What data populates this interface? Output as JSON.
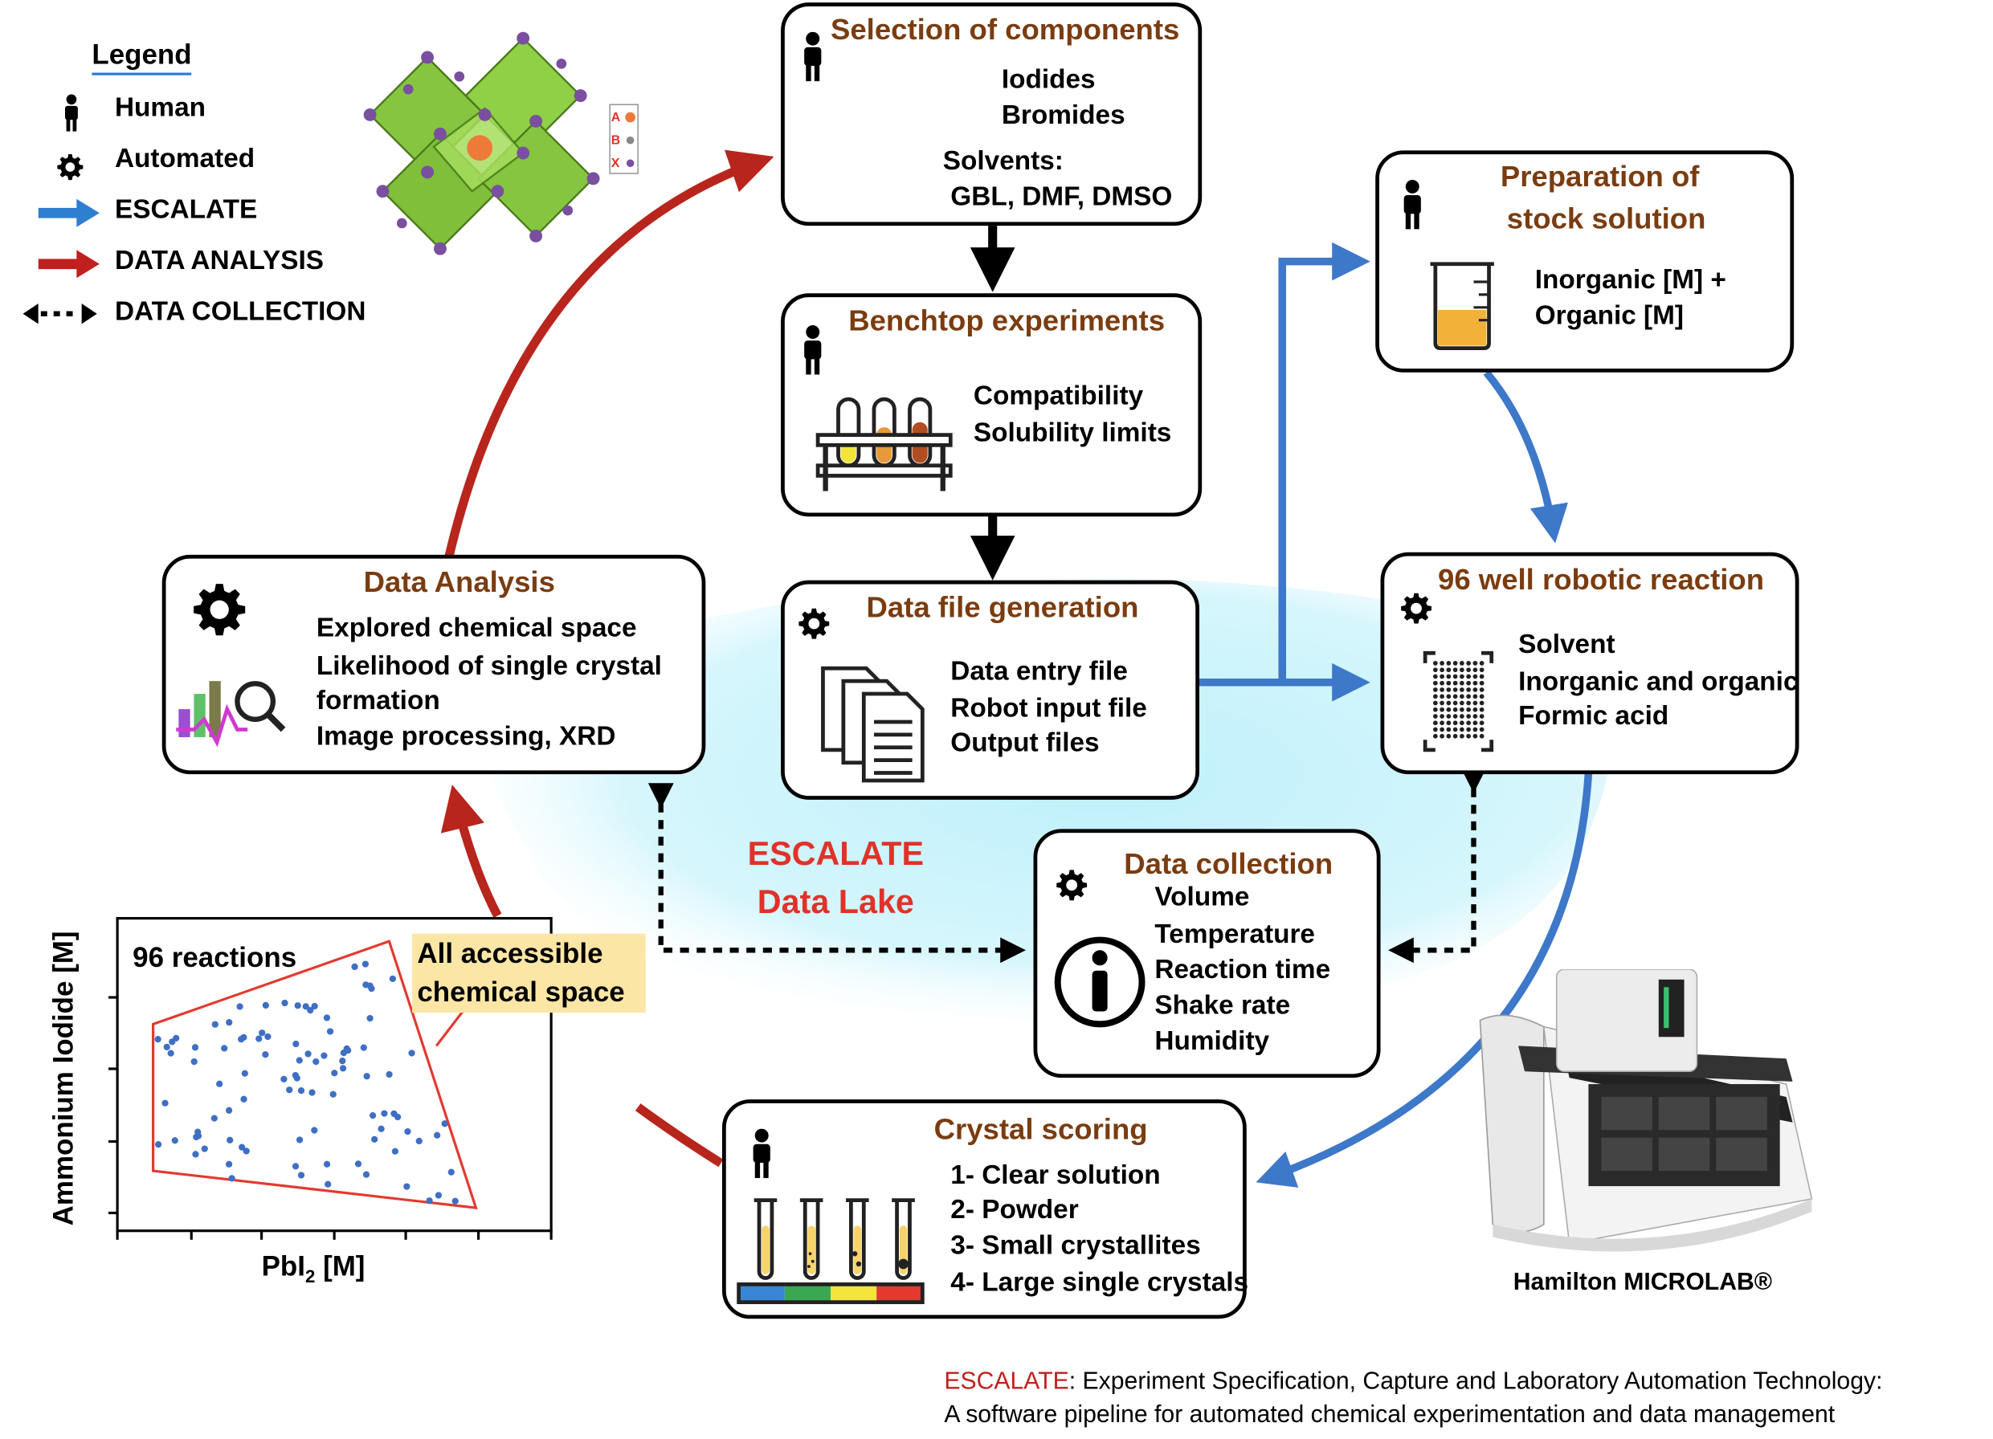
{
  "legend": {
    "title": "Legend",
    "items": [
      {
        "label": "Human",
        "icon": "human-icon"
      },
      {
        "label": "Automated",
        "icon": "gear-icon"
      },
      {
        "label": "ESCALATE",
        "icon": "blue-arrow-icon",
        "color": "#2f7fd0"
      },
      {
        "label": "DATA ANALYSIS",
        "icon": "red-arrow-icon",
        "color": "#c0201e"
      },
      {
        "label": "DATA COLLECTION",
        "icon": "dotted-double-arrow-icon"
      }
    ]
  },
  "crystal_labels": [
    "A",
    "B",
    "X"
  ],
  "boxes": {
    "selection": {
      "title": "Selection of components",
      "lines": [
        "Iodides",
        "Bromides",
        "Solvents:",
        "GBL, DMF, DMSO"
      ]
    },
    "benchtop": {
      "title": "Benchtop experiments",
      "lines": [
        "Compatibility",
        "Solubility limits"
      ]
    },
    "datafile": {
      "title": "Data file generation",
      "lines": [
        "Data entry file",
        "Robot input file",
        "Output files"
      ]
    },
    "stock": {
      "title_line1": "Preparation of",
      "title_line2": "stock solution",
      "lines": [
        "Inorganic [M] +",
        "Organic [M]"
      ]
    },
    "robotic": {
      "title": "96 well robotic reaction",
      "lines": [
        "Solvent",
        "Inorganic and organic",
        "Formic acid"
      ]
    },
    "analysis": {
      "title": "Data Analysis",
      "lines": [
        "Explored chemical space",
        "Likelihood of single crystal",
        "formation",
        "Image processing, XRD"
      ]
    },
    "collection": {
      "title": "Data collection",
      "lines": [
        "Volume",
        "Temperature",
        "Reaction time",
        "Shake rate",
        "Humidity"
      ]
    },
    "scoring": {
      "title": "Crystal scoring",
      "lines": [
        "1- Clear solution",
        "2- Powder",
        "3- Small crystallites",
        "4- Large single crystals"
      ]
    }
  },
  "lake": {
    "line1": "ESCALATE",
    "line2": "Data Lake"
  },
  "plot": {
    "annotation": "96 reactions",
    "callout_line1": "All accessible",
    "callout_line2": "chemical space",
    "xlabel_main": "PbI",
    "xlabel_sub": "2",
    "xlabel_rest": " [M]",
    "ylabel": "Ammonium Iodide [M]"
  },
  "instrument_label": "Hamilton MICROLAB®",
  "footer": {
    "acronym": "ESCALATE",
    "line1_rest": ": Experiment Specification, Capture and Laboratory Automation Technology:",
    "line2": "A software pipeline for automated chemical experimentation and data management"
  },
  "colors": {
    "title_brown": "#7a3c10",
    "escalate_blue": "#3d78c9",
    "analysis_red": "#b8251d",
    "lake_cyan": "#c8f2fa"
  }
}
